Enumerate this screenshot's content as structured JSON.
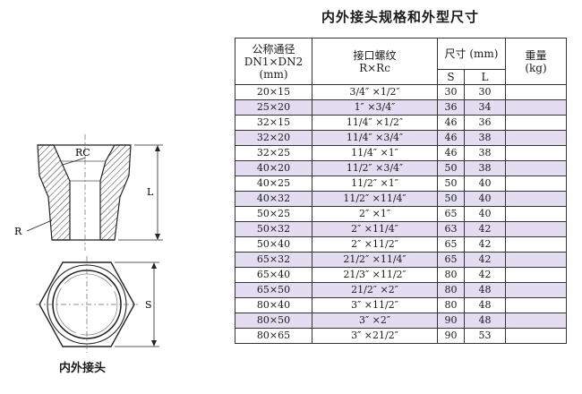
{
  "title": "内外接头规格和外型尺寸",
  "caption": "内外接头",
  "drawing_labels": {
    "rc": "RC",
    "r": "R",
    "l": "L",
    "s": "S"
  },
  "table": {
    "headers": {
      "nominal": [
        "公称通径",
        "DN1×DN2",
        "(mm)"
      ],
      "thread": [
        "接口螺纹",
        "R×Rc"
      ],
      "dims": "尺寸 (mm)",
      "s": "S",
      "l": "L",
      "weight": [
        "重量",
        "(kg)"
      ]
    },
    "rows": [
      {
        "dn": "20×15",
        "thread": "3/4″ ×1/2″",
        "s": "30",
        "l": "30",
        "w": ""
      },
      {
        "dn": "25×20",
        "thread": "1″ ×3/4″",
        "s": "36",
        "l": "34",
        "w": ""
      },
      {
        "dn": "32×15",
        "thread": "11/4″ ×1/2″",
        "s": "46",
        "l": "36",
        "w": ""
      },
      {
        "dn": "32×20",
        "thread": "11/4″ ×3/4″",
        "s": "46",
        "l": "38",
        "w": ""
      },
      {
        "dn": "32×25",
        "thread": "11/4″ ×1″",
        "s": "46",
        "l": "38",
        "w": ""
      },
      {
        "dn": "40×20",
        "thread": "11/2″ ×3/4″",
        "s": "50",
        "l": "38",
        "w": ""
      },
      {
        "dn": "40×25",
        "thread": "11/2″ ×1″",
        "s": "50",
        "l": "40",
        "w": ""
      },
      {
        "dn": "40×32",
        "thread": "11/2″ ×11/4″",
        "s": "50",
        "l": "40",
        "w": ""
      },
      {
        "dn": "50×25",
        "thread": "2″ ×1″",
        "s": "65",
        "l": "40",
        "w": ""
      },
      {
        "dn": "50×32",
        "thread": "2″ ×11/4″",
        "s": "63",
        "l": "42",
        "w": ""
      },
      {
        "dn": "50×40",
        "thread": "2″ ×11/2″",
        "s": "65",
        "l": "42",
        "w": ""
      },
      {
        "dn": "65×32",
        "thread": "21/2″ ×11/4″",
        "s": "65",
        "l": "42",
        "w": ""
      },
      {
        "dn": "65×40",
        "thread": "21/3″ ×11/2″",
        "s": "80",
        "l": "42",
        "w": ""
      },
      {
        "dn": "65×50",
        "thread": "21/2″ ×2″",
        "s": "80",
        "l": "48",
        "w": ""
      },
      {
        "dn": "80×40",
        "thread": "3″ ×11/2″",
        "s": "80",
        "l": "48",
        "w": ""
      },
      {
        "dn": "80×50",
        "thread": "3″ ×2″",
        "s": "90",
        "l": "48",
        "w": ""
      },
      {
        "dn": "80×65",
        "thread": "3″ ×21/2″",
        "s": "90",
        "l": "53",
        "w": ""
      }
    ]
  }
}
